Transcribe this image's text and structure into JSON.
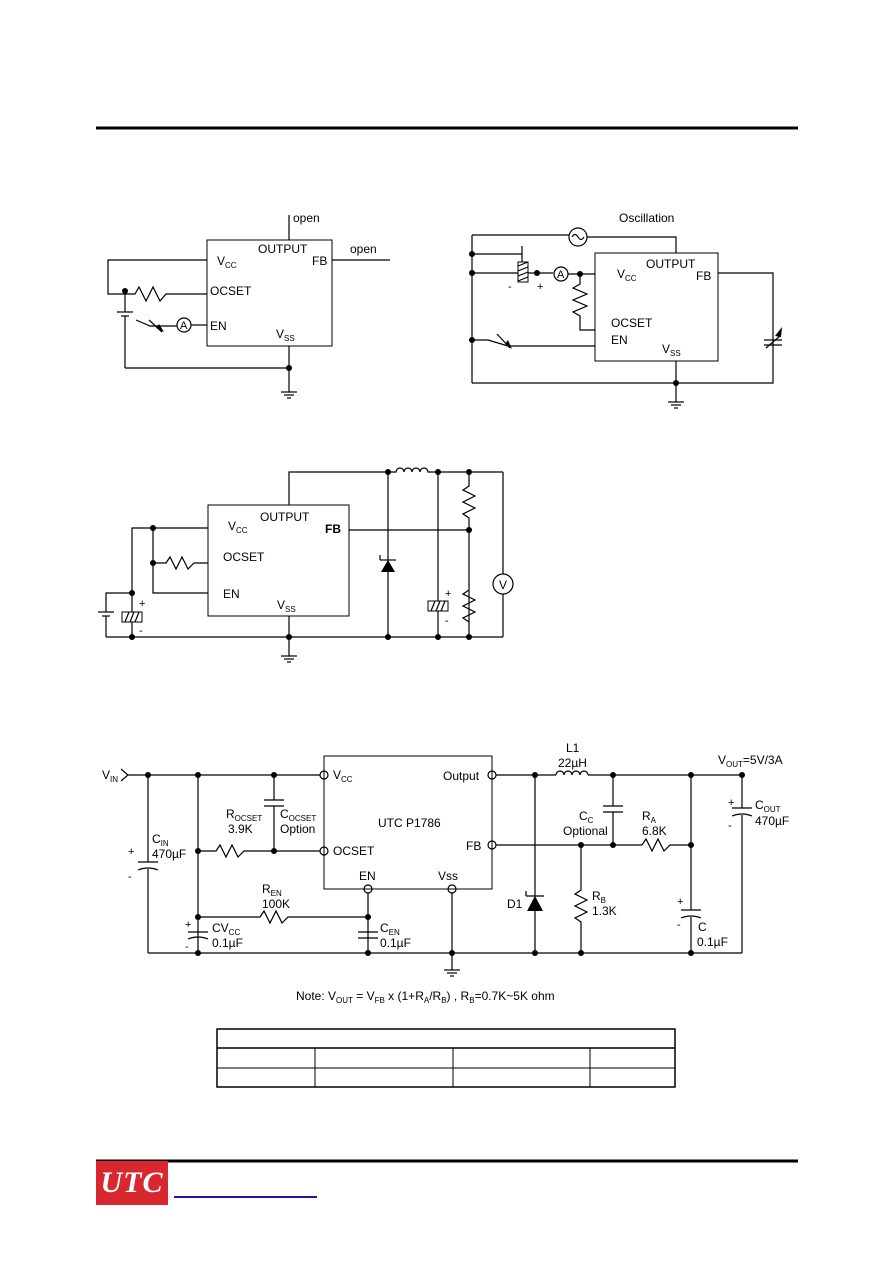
{
  "fig1": {
    "open_top": "open",
    "output": "OUTPUT",
    "fb": "FB",
    "open_right": "open",
    "vcc_main": "V",
    "vcc_sub": "CC",
    "ocset": "OCSET",
    "en": "EN",
    "vss_main": "V",
    "vss_sub": "SS",
    "ammeter": "A"
  },
  "fig2": {
    "oscillation": "Oscillation",
    "output": "OUTPUT",
    "fb": "FB",
    "vcc_main": "V",
    "vcc_sub": "CC",
    "ocset": "OCSET",
    "en": "EN",
    "vss_main": "V",
    "vss_sub": "SS",
    "ammeter": "A",
    "minus": "-",
    "plus": "+"
  },
  "fig3": {
    "output": "OUTPUT",
    "fb": "FB",
    "vcc_main": "V",
    "vcc_sub": "CC",
    "ocset": "OCSET",
    "en": "EN",
    "vss_main": "V",
    "vss_sub": "SS",
    "voltmeter": "V",
    "plus1": "+",
    "minus1": "-",
    "plus2": "+",
    "minus2": "-"
  },
  "fig4": {
    "vin_main": "V",
    "vin_sub": "IN",
    "ic_name": "UTC P1786",
    "vcc_pin_main": "V",
    "vcc_pin_sub": "CC",
    "output_pin": "Output",
    "ocset_pin": "OCSET",
    "fb_pin": "FB",
    "en_pin": "EN",
    "vss_pin": "Vss",
    "l1": "L1",
    "l1_value": "22µH",
    "vout_main": "V",
    "vout_sub": "OUT",
    "vout_value": "=5V/3A",
    "cin_main": "C",
    "cin_sub": "IN",
    "cin_value": "470µF",
    "rocset_main": "R",
    "rocset_sub": "OCSET",
    "rocset_value": "3.9K",
    "cocset_main": "C",
    "cocset_sub": "OCSET",
    "cocset_note": "Option",
    "cc_main": "C",
    "cc_sub": "C",
    "cc_note": "Optional",
    "ra_main": "R",
    "ra_sub": "A",
    "ra_value": "6.8K",
    "rb_main": "R",
    "rb_sub": "B",
    "rb_value": "1.3K",
    "ren_main": "R",
    "ren_sub": "EN",
    "ren_value": "100K",
    "cvcc_main": "CV",
    "cvcc_sub": "CC",
    "cvcc_value": "0.1µF",
    "cen_main": "C",
    "cen_sub": "EN",
    "cen_value": "0.1µF",
    "cout_main": "C",
    "cout_sub": "OUT",
    "cout_value": "470µF",
    "c_label": "C",
    "c_value": "0.1µF",
    "d1": "D1",
    "plus": "+",
    "minus": "-"
  },
  "note": {
    "p1": "Note: V",
    "s1": "OUT",
    "p2": " = V",
    "s2": "FB",
    "p3": " x (1+R",
    "s3": "A",
    "p4": "/R",
    "s4": "B",
    "p5": ") , R",
    "s5": "B",
    "p6": "=0.7K~5K ohm"
  },
  "table": {
    "row1": [
      ""
    ],
    "row2": [
      "",
      "",
      "",
      ""
    ],
    "row3": [
      "",
      "",
      "",
      ""
    ]
  },
  "footer": {
    "logo_text": "UTC",
    "logo_color": "#d8272e",
    "link_color": "#1a1aa8"
  }
}
